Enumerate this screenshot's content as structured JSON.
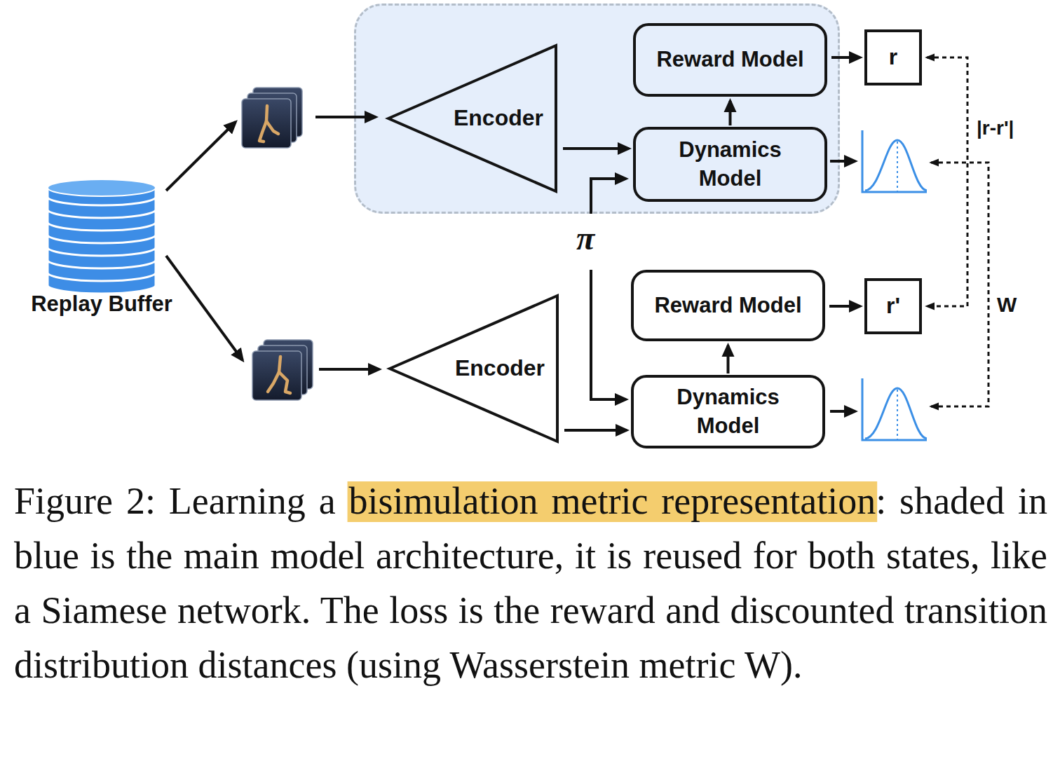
{
  "diagram": {
    "caption": "Figure 2: Learning a bisimulation metric representation: shaded in blue is the main model architecture, it is reused for both states, like a Siamese network. The loss is the reward and discounted transition distribution distances (using Wasserstein metric W).",
    "nodes": [
      {
        "text": [
          "Replay Buffer"
        ]
      },
      {
        "text": []
      },
      {
        "text": [
          "Encoder"
        ],
        "in": 1
      },
      {
        "text": [
          "Reward Model"
        ],
        "in": 1
      },
      {
        "text": [
          "Dynamics Model"
        ],
        "in": 1
      },
      {
        "text": [
          "r"
        ]
      },
      {
        "text": [
          "Encoder"
        ]
      },
      {
        "text": [
          "Reward Model"
        ]
      },
      {
        "text": [
          "Dynamics Model"
        ]
      },
      {
        "text": [
          "r'"
        ]
      }
    ],
    "edges": [
      {
        "from": 2,
        "to": 4,
        "arrow": "to"
      },
      {
        "from": 4,
        "to": 3,
        "arrow": "to"
      },
      {
        "from": 3,
        "to": 5,
        "arrow": "to"
      },
      {
        "from": 6,
        "to": 8,
        "arrow": "to"
      },
      {
        "from": 8,
        "to": 7,
        "arrow": "to"
      },
      {
        "from": 7,
        "to": 9,
        "arrow": "to"
      },
      {
        "from": 5,
        "to": 9,
        "label": "|r-r'|",
        "arrow": "both"
      }
    ],
    "labels": [
      "π",
      "W"
    ]
  }
}
